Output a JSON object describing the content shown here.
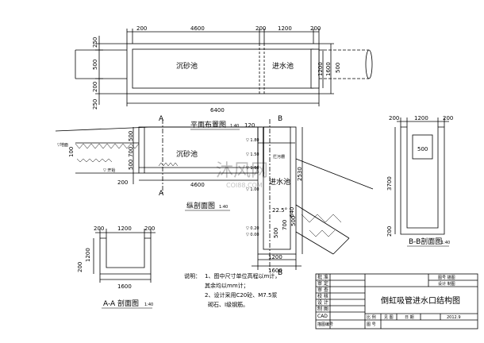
{
  "plan": {
    "dims_top": [
      "200",
      "4600",
      "200",
      "1200",
      "200"
    ],
    "dims_left": [
      "250",
      "500",
      "200"
    ],
    "dims_left_bottom": "250",
    "dims_right": [
      "1600",
      "1200",
      "500"
    ],
    "total_length": "6400",
    "sand_tank_label": "沉砂池",
    "inlet_tank_label": "进水池",
    "title": "平面布置图",
    "scale": "1:40"
  },
  "section_a": {
    "marker_left_top": "A",
    "marker_left_bottom": "A",
    "marker_right_top": "B",
    "marker_right_bottom": "B",
    "sand_tank_label": "沉砂池",
    "inlet_tank_label": "进水池",
    "screen_label": "拦污栅",
    "dims_left": [
      "500",
      "700",
      "500",
      "200"
    ],
    "dim_left_small": "100",
    "dim_length": "4600",
    "dim_left_bottom": "200",
    "dim_right_top": "120",
    "dim_height": "2530",
    "dim_angle": "22.5°",
    "dim_pipe": "640",
    "dim_bottom_small": [
      "500",
      "700",
      "500"
    ],
    "dims_bottom": [
      "1200",
      "1600"
    ],
    "elev_1": "▽地面",
    "elev_2": "▽ 开始 ",
    "elev_3": "▽ 1.80",
    "elev_4": "▽ 1.50",
    "elev_5": "▽ 1.00",
    "elev_6": "▽ 1.00",
    "elev_7": "▽ 0.20",
    "elev_8": "▽ 0.00",
    "title": "纵剖面图",
    "scale": "1:40"
  },
  "section_aa": {
    "dims_top": [
      "200",
      "1200",
      "200"
    ],
    "dim_height": "1200",
    "dim_base": "200",
    "dim_width": "1600",
    "title": "A-A 剖面图",
    "scale": "1:40"
  },
  "section_bb": {
    "dims_top": [
      "200",
      "1200",
      "200"
    ],
    "dim_side": "500",
    "dim_height": "3700",
    "dim_base": "200",
    "title": "B-B剖面图",
    "scale": "1:40"
  },
  "notes": {
    "heading": "说明：",
    "line1": "1、图中尺寸单位高程以m计，",
    "line2": "其余均以mm计；",
    "line3": "2、设计采用C20砼、M7.5浆",
    "line4": "砌石、Ⅰ级钢筋。"
  },
  "title_block": {
    "rows": [
      "批 准",
      "审 定",
      "审 查",
      "校 核",
      "设 计",
      "制 图",
      "CAD",
      "描图编号"
    ],
    "drawing_title": "倒虹吸管进水口结构图",
    "cell_top_1": "图号 描图",
    "cell_top_2": "设计 制图",
    "scale_label": "比 例",
    "date_label": "日 期",
    "no_label": "图 号",
    "scale_value": "见 图",
    "date_value": "2012.9",
    "sheet_label": "图 号"
  },
  "watermark": {
    "text": "沐风网",
    "sub": "COI88.COM"
  }
}
